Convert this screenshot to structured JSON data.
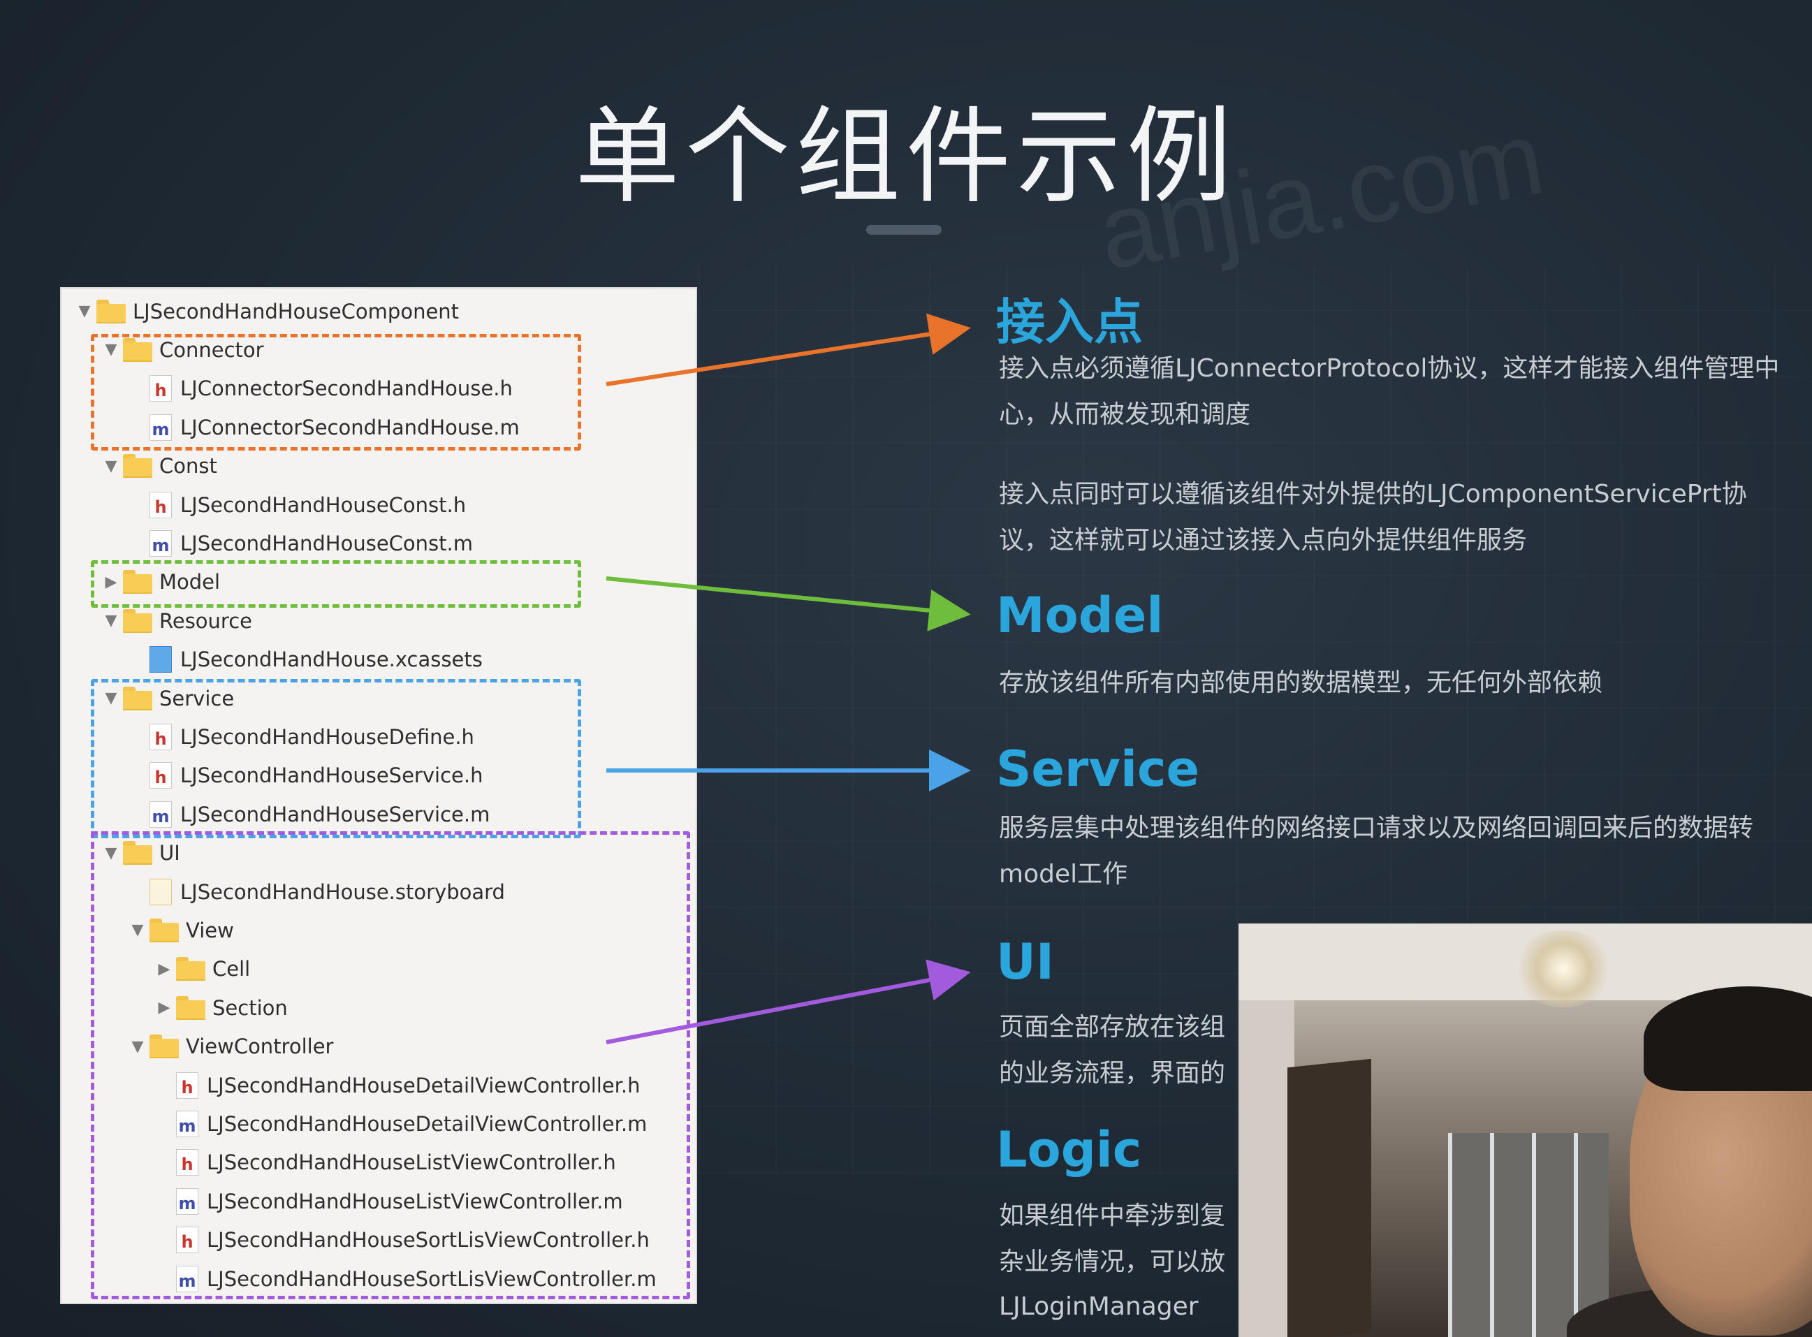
{
  "slide": {
    "title": "单个组件示例",
    "watermark": "anjia.com"
  },
  "tree": {
    "rows": [
      {
        "label": "LJSecondHandHouseComponent",
        "kind": "folder",
        "disclosure": "▼"
      },
      {
        "label": "Connector",
        "kind": "folder",
        "disclosure": "▼"
      },
      {
        "label": "LJConnectorSecondHandHouse.h",
        "kind": "h"
      },
      {
        "label": "LJConnectorSecondHandHouse.m",
        "kind": "m"
      },
      {
        "label": "Const",
        "kind": "folder",
        "disclosure": "▼"
      },
      {
        "label": "LJSecondHandHouseConst.h",
        "kind": "h"
      },
      {
        "label": "LJSecondHandHouseConst.m",
        "kind": "m"
      },
      {
        "label": "Model",
        "kind": "folder",
        "disclosure": "▶"
      },
      {
        "label": "Resource",
        "kind": "folder",
        "disclosure": "▼"
      },
      {
        "label": "LJSecondHandHouse.xcassets",
        "kind": "xc"
      },
      {
        "label": "Service",
        "kind": "folder",
        "disclosure": "▼"
      },
      {
        "label": "LJSecondHandHouseDefine.h",
        "kind": "h"
      },
      {
        "label": "LJSecondHandHouseService.h",
        "kind": "h"
      },
      {
        "label": "LJSecondHandHouseService.m",
        "kind": "m"
      },
      {
        "label": "UI",
        "kind": "folder",
        "disclosure": "▼"
      },
      {
        "label": "LJSecondHandHouse.storyboard",
        "kind": "sb"
      },
      {
        "label": "View",
        "kind": "folder",
        "disclosure": "▼"
      },
      {
        "label": "Cell",
        "kind": "folder",
        "disclosure": "▶"
      },
      {
        "label": "Section",
        "kind": "folder",
        "disclosure": "▶"
      },
      {
        "label": "ViewController",
        "kind": "folder",
        "disclosure": "▼"
      },
      {
        "label": "LJSecondHandHouseDetailViewController.h",
        "kind": "h"
      },
      {
        "label": "LJSecondHandHouseDetailViewController.m",
        "kind": "m"
      },
      {
        "label": "LJSecondHandHouseListViewController.h",
        "kind": "h"
      },
      {
        "label": "LJSecondHandHouseListViewController.m",
        "kind": "m"
      },
      {
        "label": "LJSecondHandHouseSortLisViewController.h",
        "kind": "h"
      },
      {
        "label": "LJSecondHandHouseSortLisViewController.m",
        "kind": "m"
      }
    ],
    "icon_letters": {
      "h": "h",
      "m": "m"
    }
  },
  "colors": {
    "connector": "#e9732a",
    "model": "#6fbd3c",
    "service": "#4aa3e6",
    "ui": "#a25bdc",
    "heading": "#2aa6dd"
  },
  "sections": {
    "connector": {
      "heading": "接入点",
      "body1": "接入点必须遵循LJConnectorProtocol协议，这样才能接入组件管理中心，从而被发现和调度",
      "body2": "接入点同时可以遵循该组件对外提供的LJComponentServicePrt协议，这样就可以通过该接入点向外提供组件服务"
    },
    "model": {
      "heading": "Model",
      "body": "存放该组件所有内部使用的数据模型，无任何外部依赖"
    },
    "service": {
      "heading": "Service",
      "body": "服务层集中处理该组件的网络接口请求以及网络回调回来后的数据转model工作"
    },
    "ui": {
      "heading": "UI",
      "line1": "页面全部存放在该组",
      "line2": "的业务流程，界面的"
    },
    "logic": {
      "heading": "Logic",
      "line1": "如果组件中牵涉到复",
      "line2": "杂业务情况，可以放",
      "line3": "LJLoginManager"
    }
  }
}
